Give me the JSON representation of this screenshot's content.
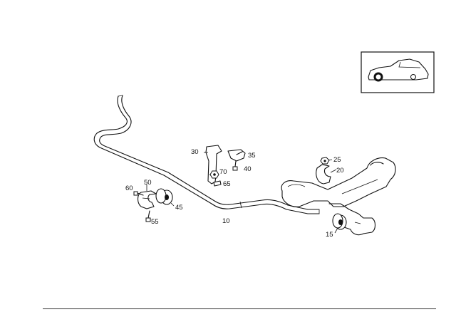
{
  "diagram": {
    "type": "exploded-parts-diagram",
    "callouts": [
      {
        "id": "10",
        "label": "10"
      },
      {
        "id": "15",
        "label": "15"
      },
      {
        "id": "20",
        "label": "20"
      },
      {
        "id": "25",
        "label": "25"
      },
      {
        "id": "30",
        "label": "30"
      },
      {
        "id": "35",
        "label": "35"
      },
      {
        "id": "40",
        "label": "40"
      },
      {
        "id": "45",
        "label": "45"
      },
      {
        "id": "50",
        "label": "50"
      },
      {
        "id": "55",
        "label": "55"
      },
      {
        "id": "60",
        "label": "60"
      },
      {
        "id": "65",
        "label": "65"
      },
      {
        "id": "70",
        "label": "70"
      }
    ],
    "locator": {
      "icon": "car-side-front-wheel-highlighted"
    }
  }
}
